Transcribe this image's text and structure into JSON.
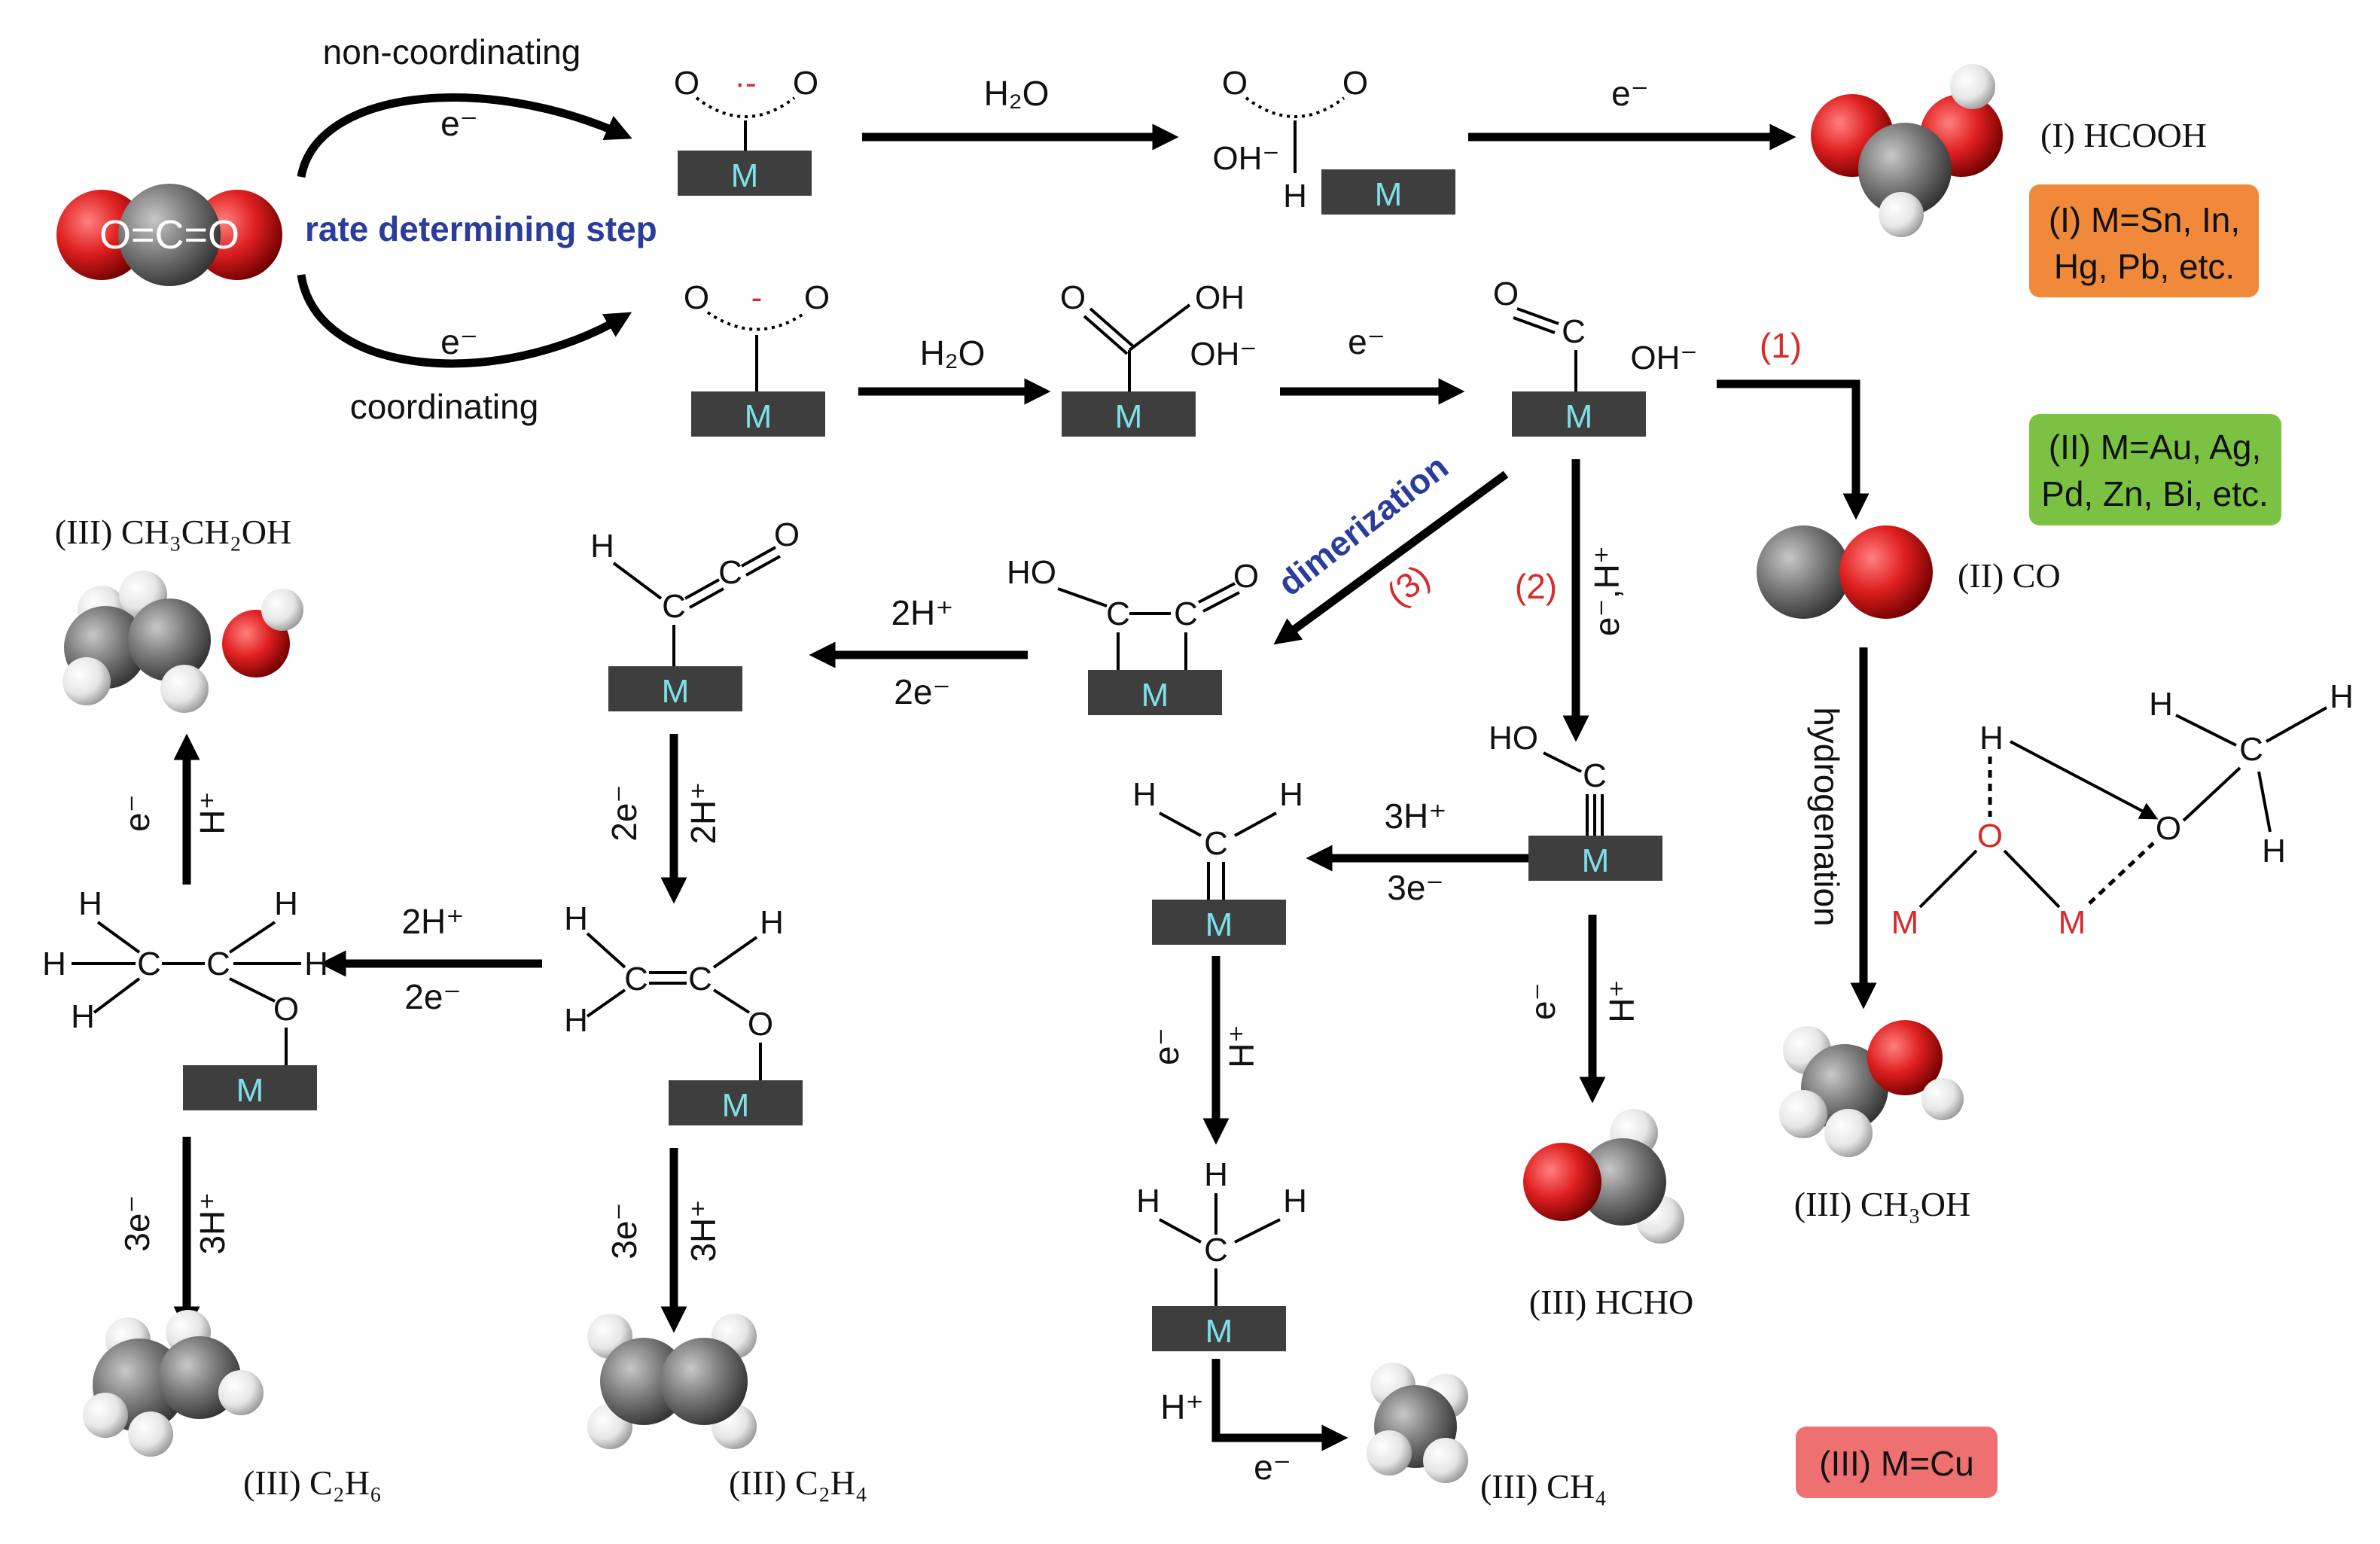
{
  "top": {
    "non_coordinating": "non-coordinating",
    "coordinating": "coordinating",
    "rate_step": "rate determining step",
    "e_minus": "e⁻",
    "h2o": "H₂O",
    "oh_minus": "OH⁻",
    "dimerization": "dimerization"
  },
  "atoms": {
    "M": "M",
    "O": "O",
    "C": "C",
    "H": "H",
    "OH": "OH",
    "HO": "HO",
    "co2": "O=C=O"
  },
  "steps": {
    "path1": "(1)",
    "path2": "(2)",
    "path3": "(3)",
    "e_h": "e⁻,H⁺",
    "two_h": "2H⁺",
    "two_e": "2e⁻",
    "three_h": "3H⁺",
    "three_e": "3e⁻",
    "h_plus": "H⁺",
    "hydrogenation": "hydrogenation"
  },
  "products": {
    "hcooh": "(I) HCOOH",
    "co": "(II) CO",
    "ch3oh": "(III) CH₃OH",
    "hcho": "(III) HCHO",
    "ch4": "(III) CH₄",
    "c2h4": "(III) C₂H₄",
    "c2h6": "(III) C₂H₆",
    "ch3ch2oh": "(III) CH₃CH₂OH"
  },
  "boxes": {
    "group1": {
      "line1": "(I) M=Sn,  In,",
      "line2": "Hg, Pb, etc.",
      "color": "#f08a3a"
    },
    "group2": {
      "line1": "(II) M=Au,  Ag,",
      "line2": "Pd, Zn, Bi, etc.",
      "color": "#7cc242"
    },
    "group3": {
      "line1": "(III) M=Cu",
      "color": "#ee7070"
    }
  },
  "colors": {
    "oxygen": "#e02020",
    "carbon": "#7a7a7a",
    "hydrogen": "#eeeeee",
    "surface": "#3e3e3e"
  }
}
